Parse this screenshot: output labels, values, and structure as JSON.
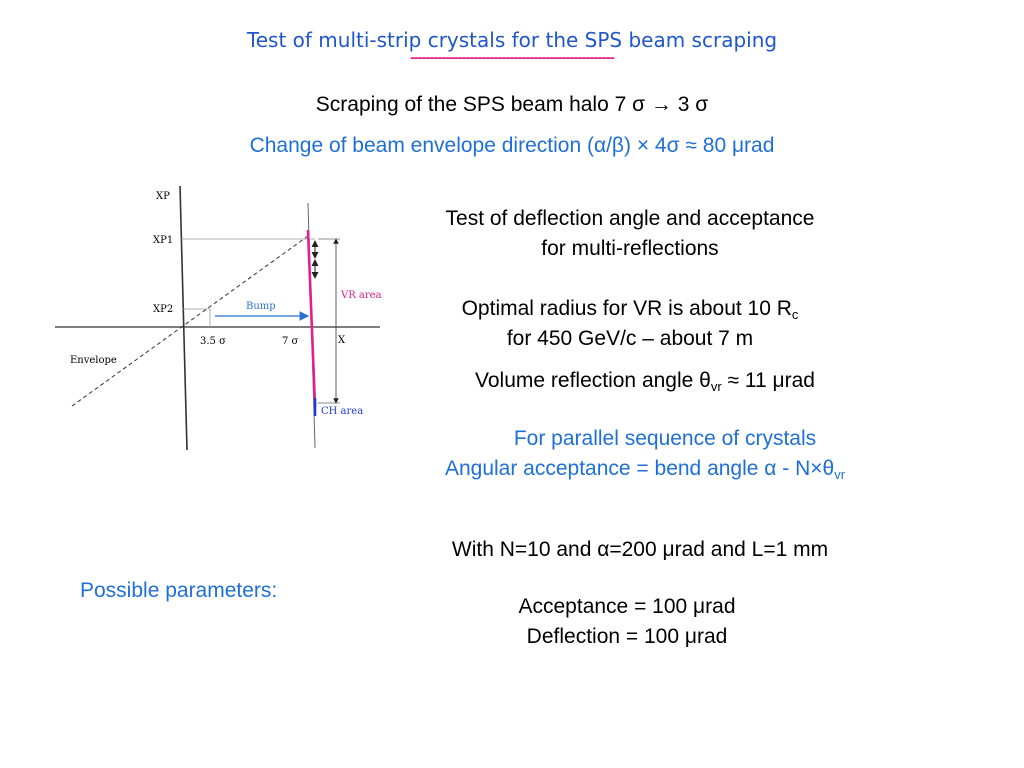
{
  "title": "Test of multi-strip  crystals for the SPS beam scraping",
  "title_underline": "---------------------------------------------------",
  "subtitle1": "Scraping of the SPS beam halo 7 σ → 3 σ",
  "subtitle2": "Change of beam envelope direction  (α/β) × 4σ ≈  80 μrad",
  "diagram": {
    "label_xp": "XP",
    "label_xp1": "XP1",
    "label_xp2": "XP2",
    "label_bump": "Bump",
    "label_vr_area": "VR area",
    "label_envelope": "Envelope",
    "label_3_5_sigma": "3.5 σ",
    "label_7_sigma": "7 σ",
    "label_x": "X",
    "label_ch_area": "CH area",
    "colors": {
      "vr": "#e0218a",
      "ch": "#2438d6",
      "bump": "#2a6fd6"
    }
  },
  "block1": {
    "line1": "Test of deflection angle and acceptance",
    "line2": "for multi-reflections"
  },
  "block2": {
    "line1_pre": "Optimal radius for VR is about 10 R",
    "line1_sub": "c",
    "line2": "for 450 GeV/c – about 7 m"
  },
  "block3": {
    "pre": "Volume reflection angle θ",
    "sub": "vr",
    "post": " ≈ 11 μrad"
  },
  "block4": {
    "line1": "For parallel sequence of crystals",
    "line2_pre": "Angular acceptance  = bend angle α - N×θ",
    "line2_sub": "vr"
  },
  "block5": "With N=10 and α=200 μrad and L=1 mm",
  "possible_params": "Possible parameters:",
  "block6": {
    "line1": "Acceptance = 100 μrad",
    "line2": "Deflection = 100 μrad"
  }
}
